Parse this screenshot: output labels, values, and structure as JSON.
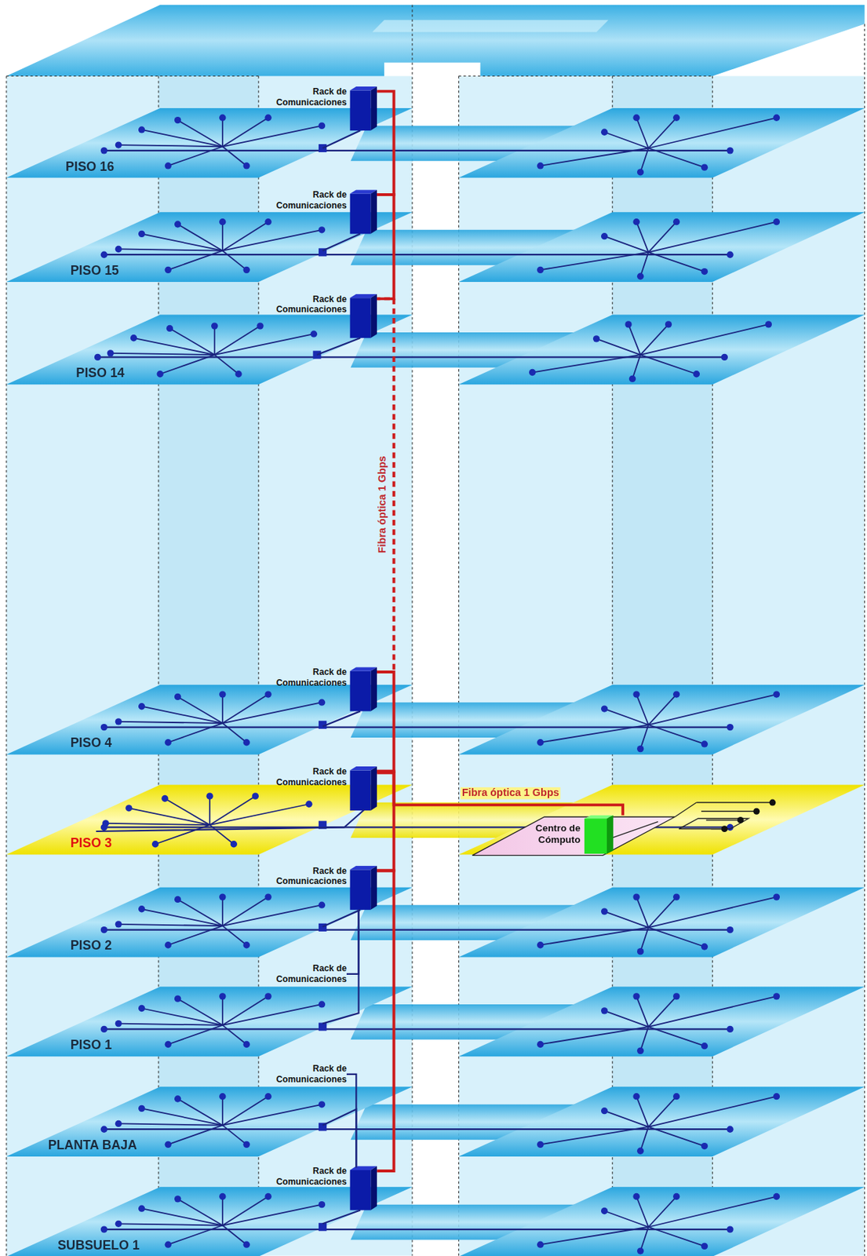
{
  "diagram": {
    "nodes": [
      {
        "text": [
          "Rack de Comunicaciones"
        ]
      },
      {
        "text": [
          "PISO 16"
        ]
      },
      {
        "text": [
          "Rack de Comunicaciones"
        ]
      },
      {
        "text": [
          "PISO 15"
        ]
      },
      {
        "text": [
          "Rack de Comunicaciones"
        ]
      },
      {
        "text": [
          "PISO 14"
        ]
      },
      {
        "text": [
          "Rack de Comunicaciones"
        ]
      },
      {
        "text": [
          "PISO 4"
        ]
      },
      {
        "text": [
          "Rack de Comunicaciones"
        ]
      },
      {
        "text": [
          "PISO 3"
        ]
      },
      {
        "text": [
          "Centro de Cómputo"
        ],
        "in": 9
      },
      {
        "text": [
          "Rack de Comunicaciones"
        ]
      },
      {
        "text": [
          "PISO 2"
        ]
      },
      {
        "text": [
          "Rack de Comunicaciones"
        ]
      },
      {
        "text": [
          "PISO 1"
        ]
      },
      {
        "text": [
          "Rack de Comunicaciones"
        ]
      },
      {
        "text": [
          "PLANTA BAJA"
        ]
      },
      {
        "text": [
          "Rack de Comunicaciones"
        ]
      },
      {
        "text": [
          "SUBSUELO 1"
        ]
      }
    ],
    "edges": [
      {
        "from": 17,
        "to": 11,
        "arrow": "none"
      },
      {
        "from": 11,
        "to": 8,
        "arrow": "none"
      },
      {
        "from": 8,
        "to": 6,
        "arrow": "none"
      },
      {
        "from": 6,
        "to": 4,
        "label": "Fibra óptica 1 Gbps",
        "arrow": "none"
      },
      {
        "from": 4,
        "to": 2,
        "arrow": "none"
      },
      {
        "from": 2,
        "to": 0,
        "arrow": "none"
      },
      {
        "from": 8,
        "to": 10,
        "label": "Fibra óptica 1 Gbps",
        "arrow": "none"
      },
      {
        "from": 13,
        "to": 11,
        "arrow": "none"
      },
      {
        "from": 15,
        "to": 17,
        "arrow": "none"
      }
    ]
  }
}
